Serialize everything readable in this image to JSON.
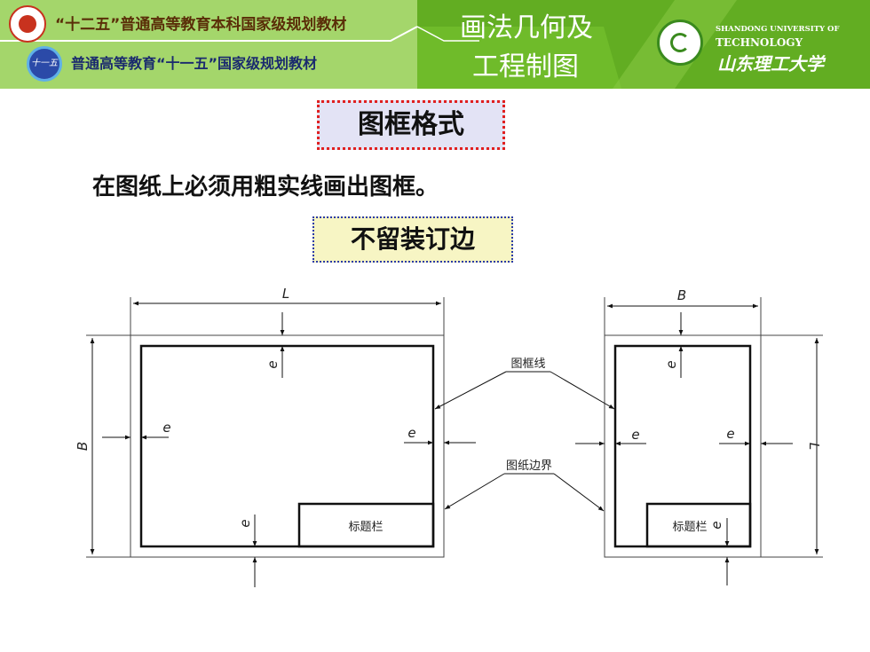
{
  "banner": {
    "line1": "“十二五”普通高等教育本科国家级规划教材",
    "line2": "普通高等教育“十一五”国家级规划教材",
    "course_title_1": "画法几何及",
    "course_title_2": "工程制图",
    "university_en_1": "SHANDONG UNIVERSITY OF",
    "university_en_2": "TECHNOLOGY",
    "university_cn": "山东理工大学",
    "logo_badge_text": "十一五",
    "colors": {
      "green": "#6fbb2a",
      "light_green": "#a4d66b"
    }
  },
  "heading": "图框格式",
  "paragraph": "在图纸上必须用粗实线画出图框。",
  "tag": "不留装订边",
  "drawing": {
    "left_sheet": {
      "width_dim": "L",
      "height_dim": "B",
      "margin": "e",
      "title_block": "标题栏"
    },
    "right_sheet": {
      "width_dim": "B",
      "height_dim": "L",
      "margin": "e",
      "title_block": "标题栏"
    },
    "callout_frame": "图框线",
    "callout_border": "图纸边界"
  }
}
